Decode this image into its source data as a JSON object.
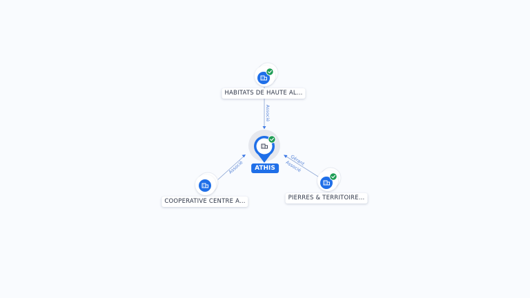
{
  "graph": {
    "center": {
      "label": "ATHIS",
      "verified": true,
      "icon": "company-building-icon"
    },
    "nodes": [
      {
        "id": "habitats",
        "label": "HABITATS DE HAUTE AL...",
        "verified": true,
        "icon": "company-building-icon"
      },
      {
        "id": "cooperative",
        "label": "COOPERATIVE CENTRE A...",
        "verified": false,
        "icon": "company-building-icon"
      },
      {
        "id": "pierres",
        "label": "PIERRES & TERRITOIRE...",
        "verified": true,
        "icon": "company-building-icon"
      }
    ],
    "edges": [
      {
        "from": "habitats",
        "labels": [
          "Associé"
        ]
      },
      {
        "from": "cooperative",
        "labels": [
          "Associé"
        ]
      },
      {
        "from": "pierres",
        "labels": [
          "Gérant",
          "Associé"
        ]
      }
    ]
  },
  "colors": {
    "background": "#f9fbfe",
    "accent": "#1f6fe8",
    "verified": "#1f9d55",
    "edge": "#8aa4d4",
    "edge_label": "#5a86d8"
  }
}
